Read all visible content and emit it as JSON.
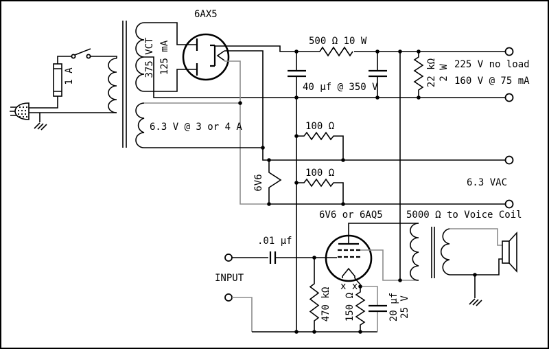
{
  "colors": {
    "line": "#000000",
    "gray_wire": "#8c8c8c",
    "background": "#ffffff"
  },
  "labels": {
    "rectifier_tube": "6AX5",
    "fuse": "1 A",
    "hv_winding_volts": "375 VCT",
    "hv_winding_current": "125 mA",
    "heater_winding": "6.3 V @ 3 or 4 A",
    "dropping_resistor": "500 Ω 10 W",
    "filter_caps": "40 µf @ 350 V",
    "bleeder_value": "22 kΩ",
    "bleeder_power": "2 W",
    "output_no_load": "225 V no load",
    "output_loaded": "160 V @ 75 mA",
    "hum_resistor_1": "100 Ω",
    "hum_resistor_2": "100 Ω",
    "heater_output": "6.3 VAC",
    "output_tube_heater": "6V6",
    "output_tube": "6V6 or 6AQ5",
    "output_transformer": "5000 Ω to Voice Coil",
    "coupling_cap": ".01 µf",
    "input": "INPUT",
    "cathode_pin_marks": "x x",
    "grid_resistor": "470 kΩ",
    "cathode_resistor": "150 Ω",
    "bypass_cap_value": "20 µf",
    "bypass_cap_voltage": "25 V"
  }
}
